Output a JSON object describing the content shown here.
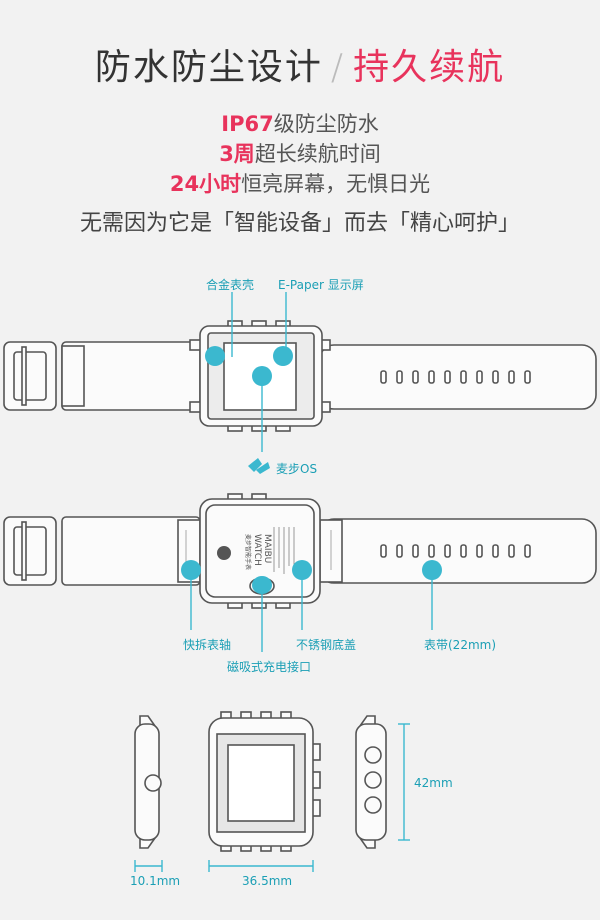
{
  "title": {
    "left": "防水防尘设计",
    "separator": "/",
    "right": "持久续航"
  },
  "features": [
    {
      "highlight": "IP67",
      "text": "级防尘防水"
    },
    {
      "highlight": "3周",
      "text": "超长续航时间"
    },
    {
      "highlight": "24小时",
      "text": "恒亮屏幕，无惧日光"
    }
  ],
  "slogan": "无需因为它是「智能设备」而去「精心呵护」",
  "callouts": {
    "alloy_case": "合金表壳",
    "epaper_screen": "E-Paper 显示屏",
    "os": "麦步OS",
    "quick_release": "快拆表轴",
    "charging_port": "磁吸式充电接口",
    "steel_cover": "不锈钢底盖",
    "strap": "表带(22mm)"
  },
  "back_engraving": {
    "brand_line1": "MAIBU",
    "brand_line2": "WATCH",
    "sub": "麦步智能手表"
  },
  "dimensions": {
    "thickness": "10.1mm",
    "width": "36.5mm",
    "height": "42mm"
  },
  "colors": {
    "accent_red": "#e8335c",
    "accent_teal": "#3bb8cf"
  }
}
